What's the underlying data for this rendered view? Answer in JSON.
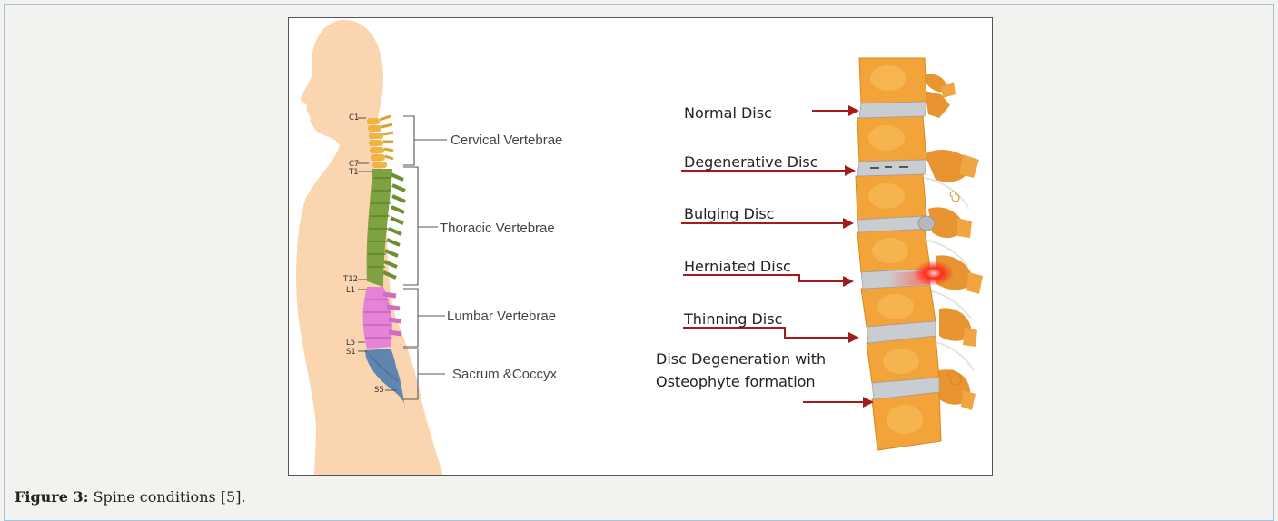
{
  "figure": {
    "caption_label": "Figure 3:",
    "caption_text": " Spine conditions [5].",
    "left_panel": {
      "markers": [
        "C1",
        "C7",
        "T1",
        "T12",
        "L1",
        "L5",
        "S1",
        "S5"
      ],
      "regions": [
        "Cervical Vertebrae",
        "Thoracic Vertebrae",
        "Lumbar Vertebrae",
        "Sacrum &Coccyx"
      ],
      "colors": {
        "skin": "#fad5b0",
        "cervical": "#f0b442",
        "thoracic": "#7ea23f",
        "lumbar": "#e584d6",
        "sacrum": "#5f86b0"
      }
    },
    "right_panel": {
      "conditions": [
        "Normal Disc",
        "Degenerative Disc",
        "Bulging Disc",
        "Herniated Disc",
        "Thinning Disc",
        "Disc Degeneration with",
        "Osteophyte formation"
      ],
      "colors": {
        "vertebra": "#f2a33a",
        "disc": "#c9ccd0",
        "arrow": "#a11d1d",
        "herniation": "#ff2a1a"
      }
    }
  }
}
